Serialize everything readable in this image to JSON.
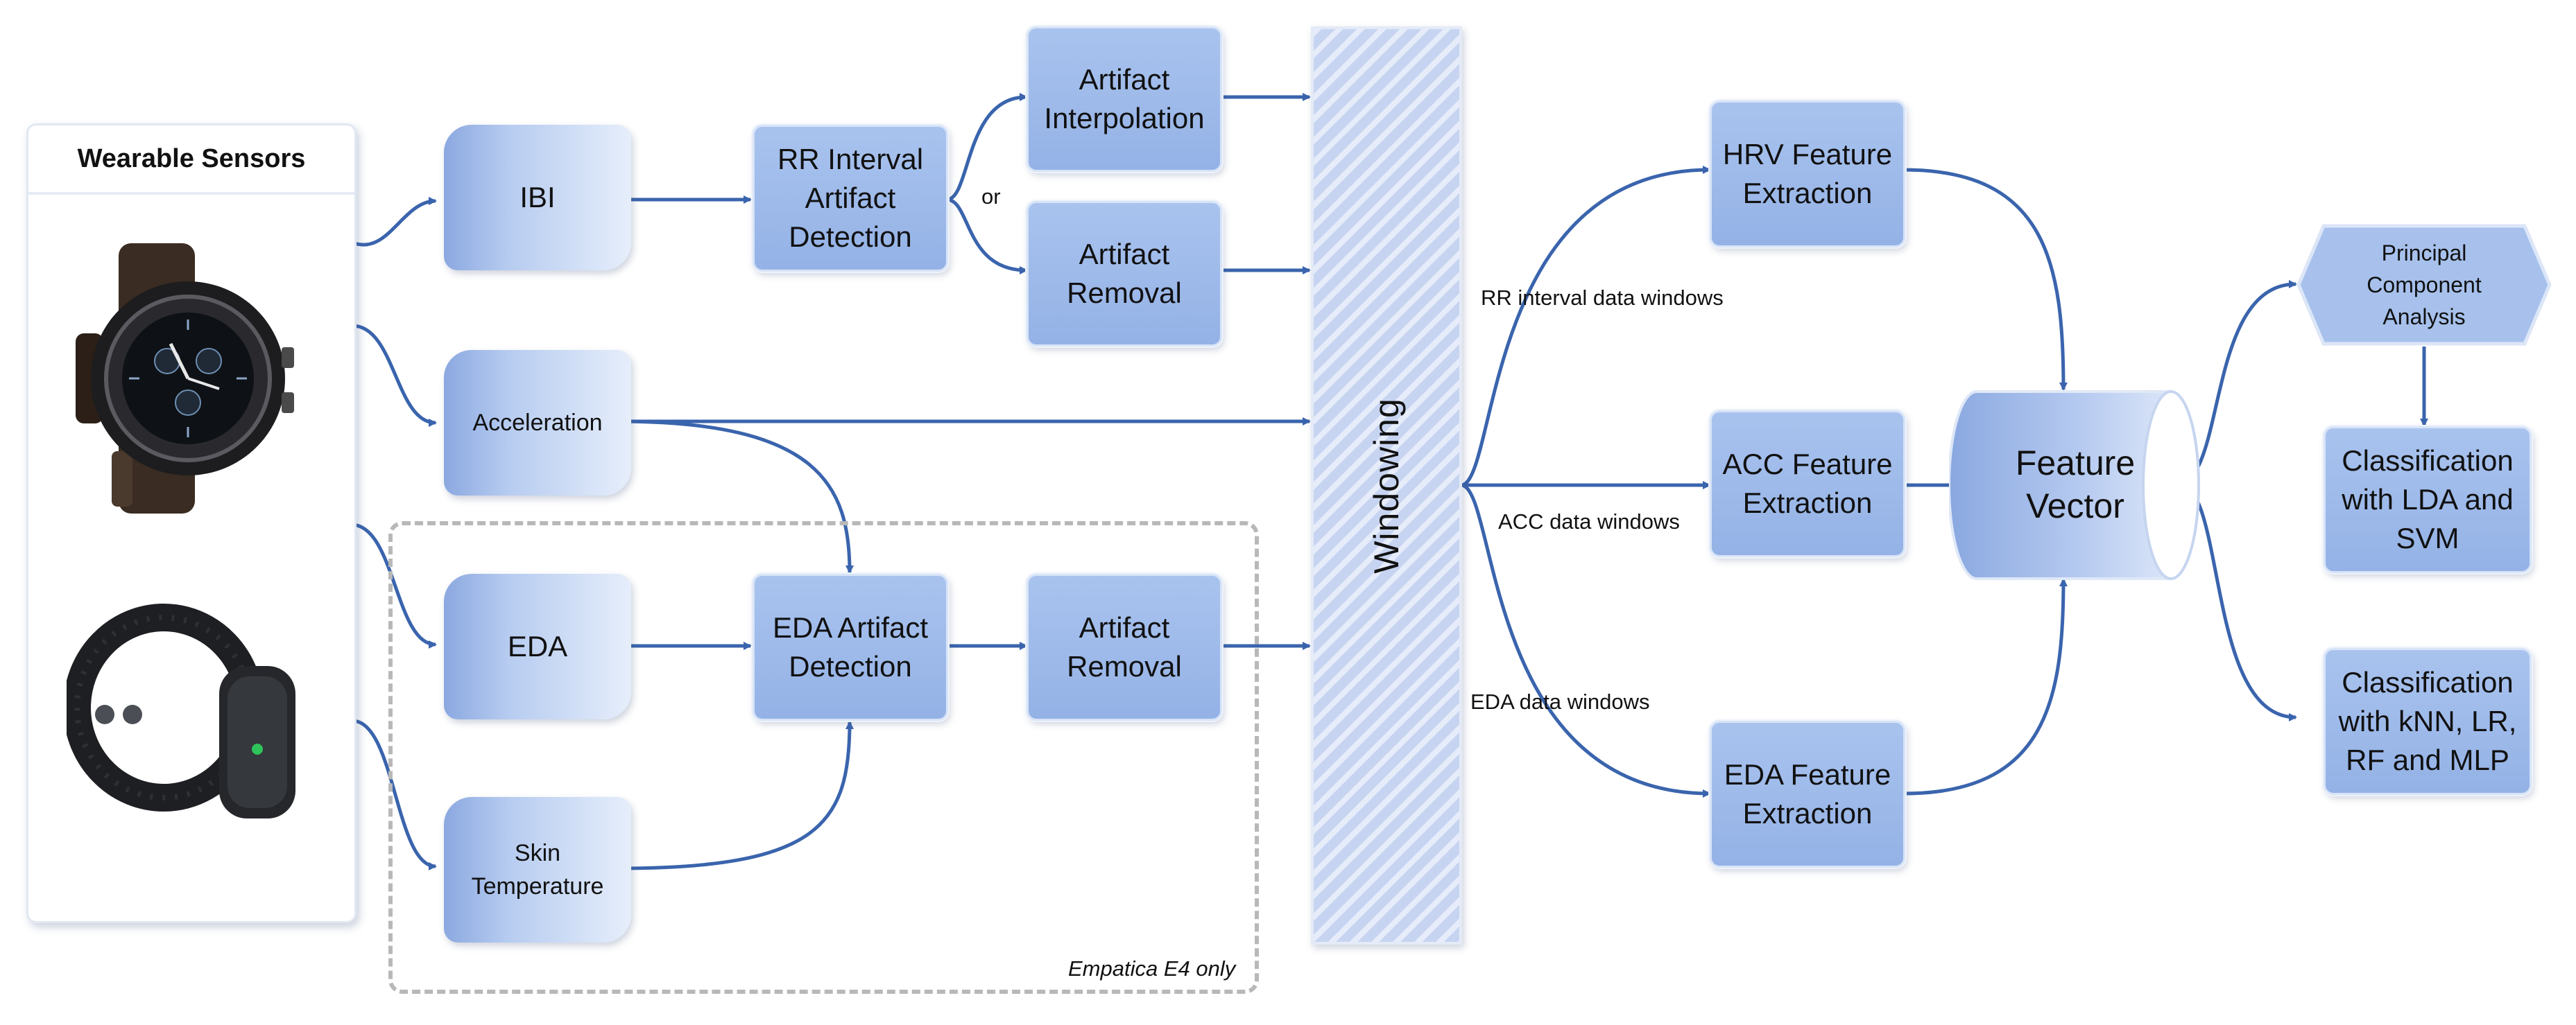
{
  "sensors_panel": {
    "title": "Wearable Sensors"
  },
  "inputs": {
    "ibi": "IBI",
    "acceleration": "Acceleration",
    "eda": "EDA",
    "skin_temperature": [
      "Skin",
      "Temperature"
    ]
  },
  "processing": {
    "rr_artifact_detection": [
      "RR Interval",
      "Artifact",
      "Detection"
    ],
    "artifact_interpolation": [
      "Artifact",
      "Interpolation"
    ],
    "artifact_removal_rr": [
      "Artifact",
      "Removal"
    ],
    "or_label": "or",
    "eda_artifact_detection": [
      "EDA Artifact",
      "Detection"
    ],
    "artifact_removal_eda": [
      "Artifact",
      "Removal"
    ],
    "e4_note": "Empatica E4 only"
  },
  "windowing": {
    "label": "Windowing"
  },
  "window_labels": {
    "rr": "RR interval data windows",
    "acc": "ACC data windows",
    "eda": "EDA data windows"
  },
  "features": {
    "hrv": [
      "HRV Feature",
      "Extraction"
    ],
    "acc": [
      "ACC Feature",
      "Extraction"
    ],
    "eda": [
      "EDA Feature",
      "Extraction"
    ]
  },
  "feature_vector": [
    "Feature",
    "Vector"
  ],
  "pca": [
    "Principal",
    "Component",
    "Analysis"
  ],
  "classifiers": {
    "lda_svm": [
      "Classification",
      "with LDA and",
      "SVM"
    ],
    "knn_lr_rf_mlp": [
      "Classification",
      "with kNN, LR,",
      "RF and MLP"
    ]
  },
  "colors": {
    "arrow": "#3a64ad",
    "box_fill": "#9bb7e8",
    "dashed_frame": "#b8b8b8"
  }
}
